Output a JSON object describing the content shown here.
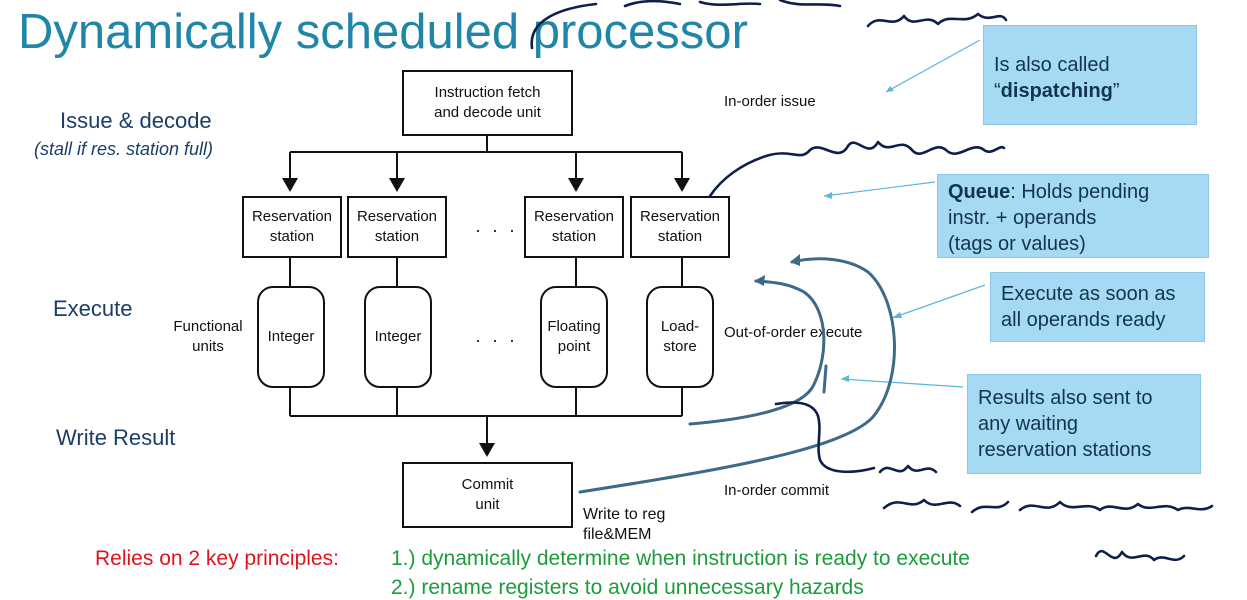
{
  "title": "Dynamically scheduled processor",
  "stages": {
    "issue": "Issue & decode",
    "issue_note": "(stall if res. station full)",
    "execute": "Execute",
    "write": "Write Result"
  },
  "diagram": {
    "fetch_unit_line1": "Instruction fetch",
    "fetch_unit_line2": "and decode unit",
    "reservation_stations": [
      {
        "line1": "Reservation",
        "line2": "station"
      },
      {
        "line1": "Reservation",
        "line2": "station"
      },
      {
        "line1": "Reservation",
        "line2": "station"
      },
      {
        "line1": "Reservation",
        "line2": "station"
      }
    ],
    "functional_units_label_line1": "Functional",
    "functional_units_label_line2": "units",
    "functional_units": [
      {
        "line1": "Integer",
        "line2": ""
      },
      {
        "line1": "Integer",
        "line2": ""
      },
      {
        "line1": "Floating",
        "line2": "point"
      },
      {
        "line1": "Load-",
        "line2": "store"
      }
    ],
    "ellipsis": "· · ·",
    "commit_unit_line1": "Commit",
    "commit_unit_line2": "unit",
    "in_order_issue": "In-order issue",
    "out_of_order_execute": "Out-of-order execute",
    "in_order_commit": "In-order commit",
    "write_to_reg_line1": "Write to reg",
    "write_to_reg_line2": "file&MEM"
  },
  "callouts": {
    "dispatching_prefix": "Is also called",
    "dispatching_open_quote": "“",
    "dispatching_bold": "dispatching",
    "dispatching_close_quote": "”",
    "queue_bold": "Queue",
    "queue_rest": ": Holds pending",
    "queue_line2": "instr. +  operands",
    "queue_line3": "(tags or values)",
    "execute_line1": "Execute as soon as",
    "execute_line2": "all operands ready",
    "results_line1": "Results also sent to",
    "results_line2": "any waiting",
    "results_line3": "reservation stations"
  },
  "principles": {
    "prefix": "Relies on 2 key principles:",
    "item1": "1.) dynamically determine when instruction is ready to execute",
    "item2": "2.) rename registers to avoid unnecessary hazards"
  },
  "colors": {
    "title": "#1f86a8",
    "stage": "#1b3e68",
    "callout_fill": "#a6d9f4",
    "principle_prefix": "#e0141c",
    "principle_items": "#1c9c3a",
    "ink": "#0d1f4a",
    "annotation_curves": "#3d6a86"
  }
}
